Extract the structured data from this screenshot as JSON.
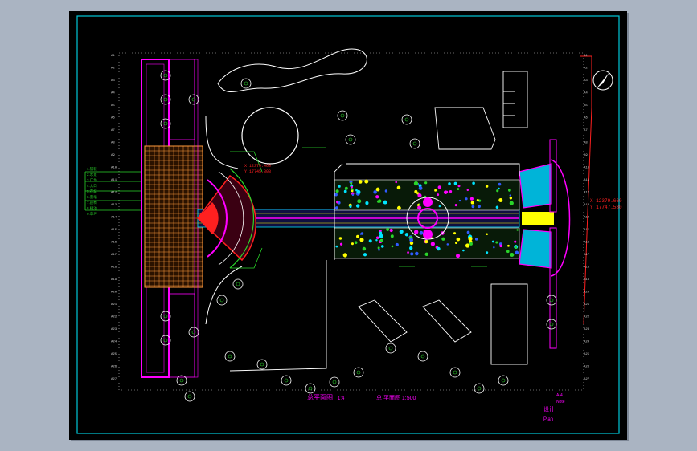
{
  "colors": {
    "page_bg": "#aab4c2",
    "sheet_bg": "#000000",
    "frame": "#00c8d8",
    "white": "#ffffff",
    "green": "#2ad52a",
    "magenta": "#ff00ff",
    "yellow": "#ffff00",
    "red": "#ff2020",
    "cyan": "#00e5ff",
    "blue": "#2f5bff",
    "orange": "#ff9a3c",
    "gray": "#8a8a8a"
  },
  "coordinates": {
    "x_label": "X 12379.660",
    "y_label": "Y 17747.580",
    "ne_x": "X 12379.460",
    "ne_y": "Y 17745.303"
  },
  "grid_labels": {
    "right": [
      "A1",
      "A2",
      "A3",
      "A4",
      "A5",
      "A6",
      "A7",
      "A8",
      "A9",
      "A10",
      "A11",
      "A12",
      "A13",
      "A14",
      "A15",
      "A16",
      "A17",
      "A18",
      "A19",
      "A20",
      "A21",
      "A22",
      "A23",
      "A24",
      "A25",
      "A26",
      "A27"
    ],
    "left": [
      "A1",
      "A2",
      "A3",
      "A4",
      "A5",
      "A6",
      "A7",
      "A8",
      "A9",
      "A10",
      "A11",
      "A12",
      "A13",
      "A14",
      "A15",
      "A16",
      "A17",
      "A18",
      "A19",
      "A20",
      "A21",
      "A22",
      "A23",
      "A24",
      "A25",
      "A26",
      "A27"
    ]
  },
  "title_block": {
    "main_title": "总平面图",
    "scale": "1:4",
    "subtitle": "总 平面图 1:500",
    "note1": "A-4",
    "note2": "Note",
    "note3": "设计",
    "note4": "Plan"
  },
  "legend_left": [
    "1.铺装",
    "2.水景",
    "3.广场",
    "4.入口",
    "5.花坛",
    "6.景墙",
    "7.座椅",
    "8.树池",
    "9.草坪"
  ]
}
